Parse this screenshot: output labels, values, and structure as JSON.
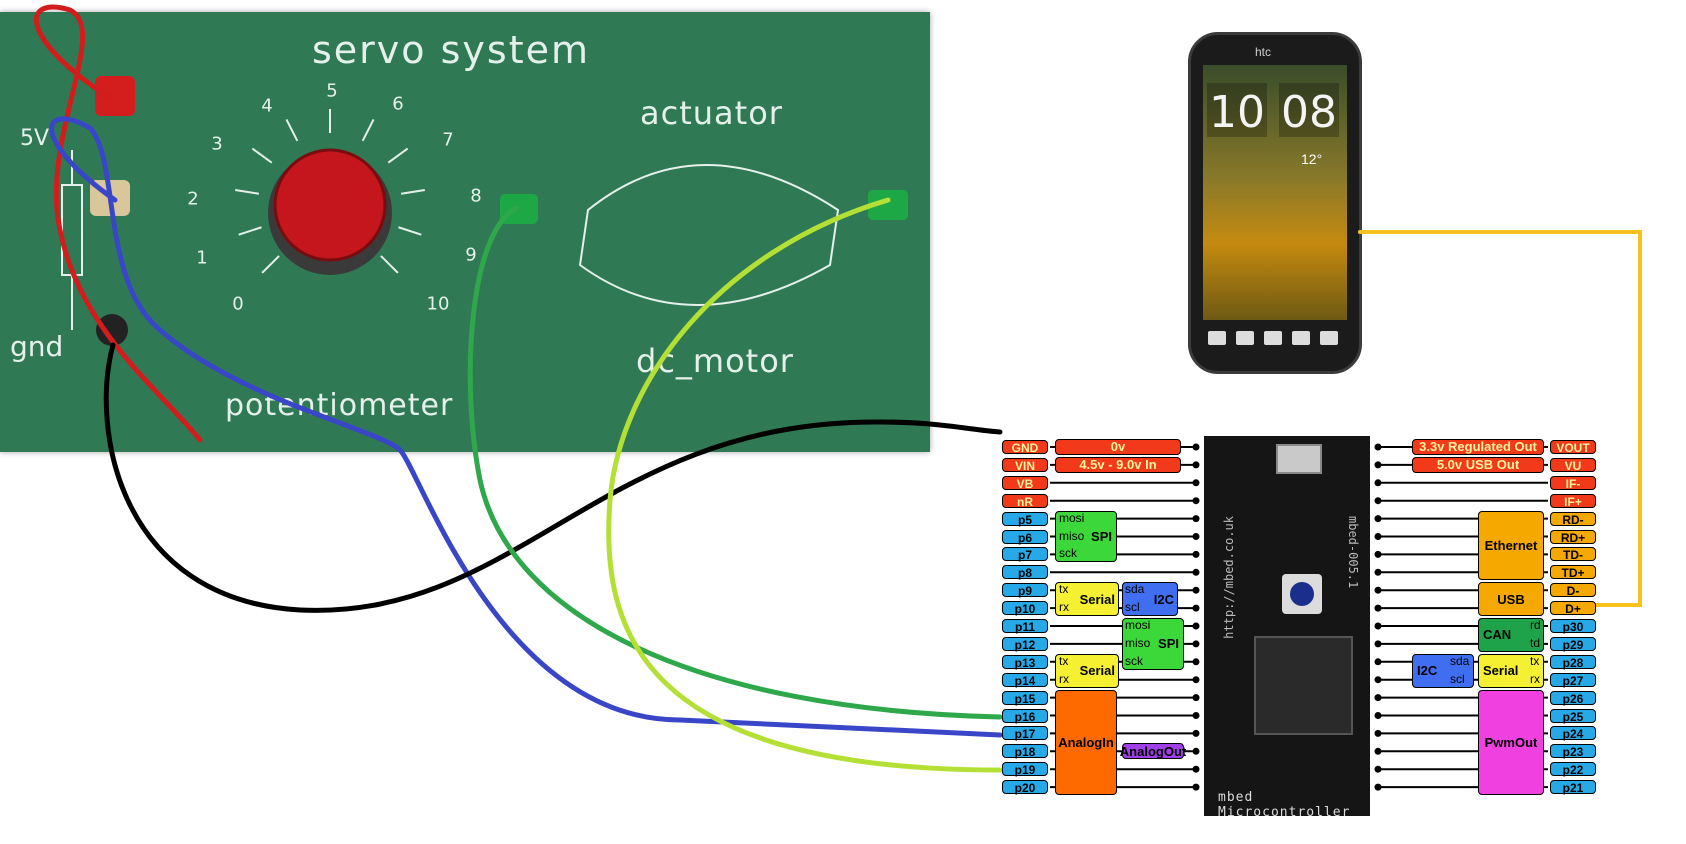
{
  "board": {
    "title": "servo system",
    "actuator": "actuator",
    "dc_motor": "dc_motor",
    "potentiometer": "potentiometer",
    "gnd": "gnd",
    "v5": "5V",
    "dial_numbers": [
      "0",
      "1",
      "2",
      "3",
      "4",
      "5",
      "6",
      "7",
      "8",
      "9",
      "10"
    ]
  },
  "phone": {
    "brand": "htc",
    "clock_hours": "10",
    "clock_minutes": "08",
    "temperature": "12°"
  },
  "mcu": {
    "label": "mbed Microcontroller",
    "side_left": "http://mbed.co.uk",
    "side_right": "mbed-005.1"
  },
  "pinout": {
    "left": [
      {
        "pin": "GND",
        "kind": "pwr"
      },
      {
        "pin": "VIN",
        "kind": "pwr"
      },
      {
        "pin": "VB",
        "kind": "pwr"
      },
      {
        "pin": "nR",
        "kind": "pwr"
      },
      {
        "pin": "p5",
        "kind": "io"
      },
      {
        "pin": "p6",
        "kind": "io"
      },
      {
        "pin": "p7",
        "kind": "io"
      },
      {
        "pin": "p8",
        "kind": "io"
      },
      {
        "pin": "p9",
        "kind": "io"
      },
      {
        "pin": "p10",
        "kind": "io"
      },
      {
        "pin": "p11",
        "kind": "io"
      },
      {
        "pin": "p12",
        "kind": "io"
      },
      {
        "pin": "p13",
        "kind": "io"
      },
      {
        "pin": "p14",
        "kind": "io"
      },
      {
        "pin": "p15",
        "kind": "io"
      },
      {
        "pin": "p16",
        "kind": "io"
      },
      {
        "pin": "p17",
        "kind": "io"
      },
      {
        "pin": "p18",
        "kind": "io"
      },
      {
        "pin": "p19",
        "kind": "io"
      },
      {
        "pin": "p20",
        "kind": "io"
      }
    ],
    "right": [
      {
        "pin": "VOUT",
        "kind": "pwr"
      },
      {
        "pin": "VU",
        "kind": "pwr"
      },
      {
        "pin": "IF-",
        "kind": "pwr"
      },
      {
        "pin": "IF+",
        "kind": "pwr"
      },
      {
        "pin": "RD-",
        "kind": "eth"
      },
      {
        "pin": "RD+",
        "kind": "eth"
      },
      {
        "pin": "TD-",
        "kind": "eth"
      },
      {
        "pin": "TD+",
        "kind": "eth"
      },
      {
        "pin": "D-",
        "kind": "eth"
      },
      {
        "pin": "D+",
        "kind": "eth"
      },
      {
        "pin": "p30",
        "kind": "io"
      },
      {
        "pin": "p29",
        "kind": "io"
      },
      {
        "pin": "p28",
        "kind": "io"
      },
      {
        "pin": "p27",
        "kind": "io"
      },
      {
        "pin": "p26",
        "kind": "io"
      },
      {
        "pin": "p25",
        "kind": "io"
      },
      {
        "pin": "p24",
        "kind": "io"
      },
      {
        "pin": "p23",
        "kind": "io"
      },
      {
        "pin": "p22",
        "kind": "io"
      },
      {
        "pin": "p21",
        "kind": "io"
      }
    ],
    "gnd_desc": "0v",
    "vin_desc": "4.5v - 9.0v In",
    "vout_desc": "3.3v Regulated Out",
    "vu_desc": "5.0v USB Out",
    "spi1": {
      "name": "SPI",
      "sigs": [
        "mosi",
        "miso",
        "sck"
      ]
    },
    "serial1": {
      "name": "Serial",
      "sigs": [
        "tx",
        "rx"
      ]
    },
    "i2c1": {
      "name": "I2C",
      "sigs": [
        "sda",
        "scl"
      ]
    },
    "spi2": {
      "name": "SPI",
      "sigs": [
        "mosi",
        "miso",
        "sck"
      ]
    },
    "serial2": {
      "name": "Serial",
      "sigs": [
        "tx",
        "rx"
      ]
    },
    "analogin": "AnalogIn",
    "analogout": "AnalogOut",
    "ethernet": "Ethernet",
    "usb": "USB",
    "can": {
      "name": "CAN",
      "sigs": [
        "rd",
        "td"
      ]
    },
    "i2c2": {
      "name": "I2C",
      "sigs": [
        "sda",
        "scl"
      ]
    },
    "serial3": {
      "name": "Serial",
      "sigs": [
        "tx",
        "rx"
      ]
    },
    "pwmout": "PwmOut"
  },
  "colors": {
    "board": "#2f7a55",
    "wire_red": "#d31c1c",
    "wire_blue": "#3a46c8",
    "wire_black": "#000000",
    "wire_green_dark": "#2ea84a",
    "wire_green_light": "#b4e036",
    "wire_yellow": "#f8c21c",
    "pin_power": "#f23a1a",
    "pin_io": "#27a9e8",
    "spi": "#3cd83a",
    "serial": "#f5f032",
    "i2c": "#3f6ff0",
    "analog_in": "#ff6a00",
    "analog_out": "#a040e8",
    "ethernet": "#f5a800",
    "can": "#1ea34a",
    "pwm": "#f040e0"
  }
}
